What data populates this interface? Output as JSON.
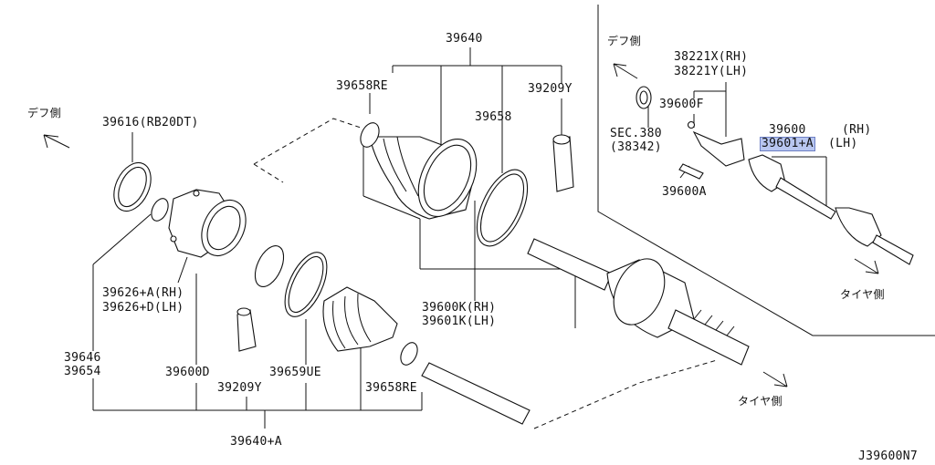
{
  "diagram": {
    "labels": {
      "p39640": "39640",
      "p39658RE_top": "39658RE",
      "p39209Y_top": "39209Y",
      "p39658": "39658",
      "p39616": "39616(RB20DT)",
      "p39626": "39626+A(RH)",
      "p39626d": "39626+D(LH)",
      "p39646": "39646",
      "p39654": "39654",
      "p39600D": "39600D",
      "p39209Y_bot": "39209Y",
      "p39659UE": "39659UE",
      "p39658RE_bot": "39658RE",
      "p39640A": "39640+A",
      "p39600K": "39600K(RH)",
      "p39601K": "39601K(LH)",
      "p38221X": "38221X(RH)",
      "p38221Y": "38221Y(LH)",
      "p39600F": "39600F",
      "sec380": "SEC.380",
      "p38342": "(38342)",
      "p39600": "39600",
      "rh": "(RH)",
      "p39601A": "39601+A",
      "lh": "(LH)",
      "p39600A": "39600A",
      "diff_left": "デフ側",
      "diff_right": "デフ側",
      "tire_right": "タイヤ側",
      "tire_bottom": "タイヤ側",
      "diagram_code": "J39600N7"
    },
    "colors": {
      "highlight": "#b8c6f0",
      "line": "#111111"
    }
  }
}
